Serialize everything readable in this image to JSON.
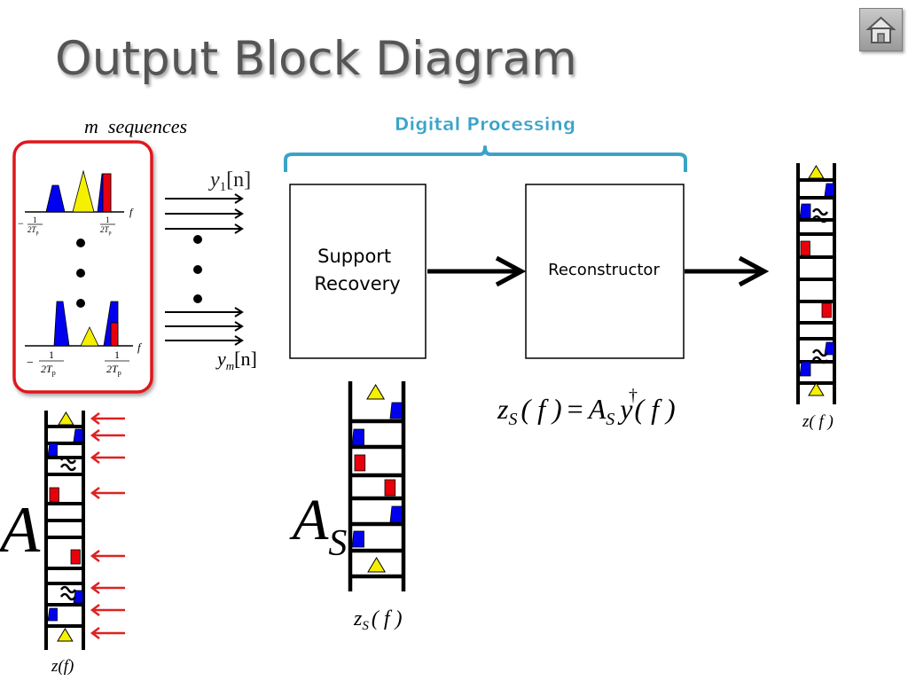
{
  "slide": {
    "title": "Output Block Diagram",
    "home_icon": "home-icon"
  },
  "colors": {
    "title": "#555555",
    "blue": "#0000ee",
    "yellow": "#f5f000",
    "red": "#e8000c",
    "frame": "#e0161c",
    "brace": "#3aa3c8",
    "arrow": "#e02020"
  },
  "left_panel": {
    "heading": "m  sequences",
    "top_tick_left": "−",
    "top_tick_frac_num": "1",
    "top_tick_frac_den": "2T",
    "top_tick_frac_sub": "p",
    "axis_label": "f",
    "matrix_symbol": "A",
    "column_label": "z(f)"
  },
  "signals": {
    "first": "y",
    "first_sub": "1",
    "first_idx": "[n]",
    "last": "y",
    "last_sub": "m",
    "last_idx": "[n]"
  },
  "processing": {
    "heading": "Digital Processing",
    "block1_line1": "Support",
    "block1_line2": "Recovery",
    "block2": "Reconstructor"
  },
  "formula": {
    "lhs": "z",
    "lhs_sub": "S",
    "lhs_arg": "( f )",
    "eq": "=",
    "mat": "A",
    "mat_sup": "†",
    "mat_sub": "S",
    "rhs": "y",
    "rhs_arg": "( f )"
  },
  "support_matrix": {
    "symbol": "A",
    "symbol_sub": "S",
    "column_label": "z",
    "column_label_sub": "S",
    "column_label_arg": "( f )"
  },
  "output": {
    "column_label": "z( f )"
  }
}
